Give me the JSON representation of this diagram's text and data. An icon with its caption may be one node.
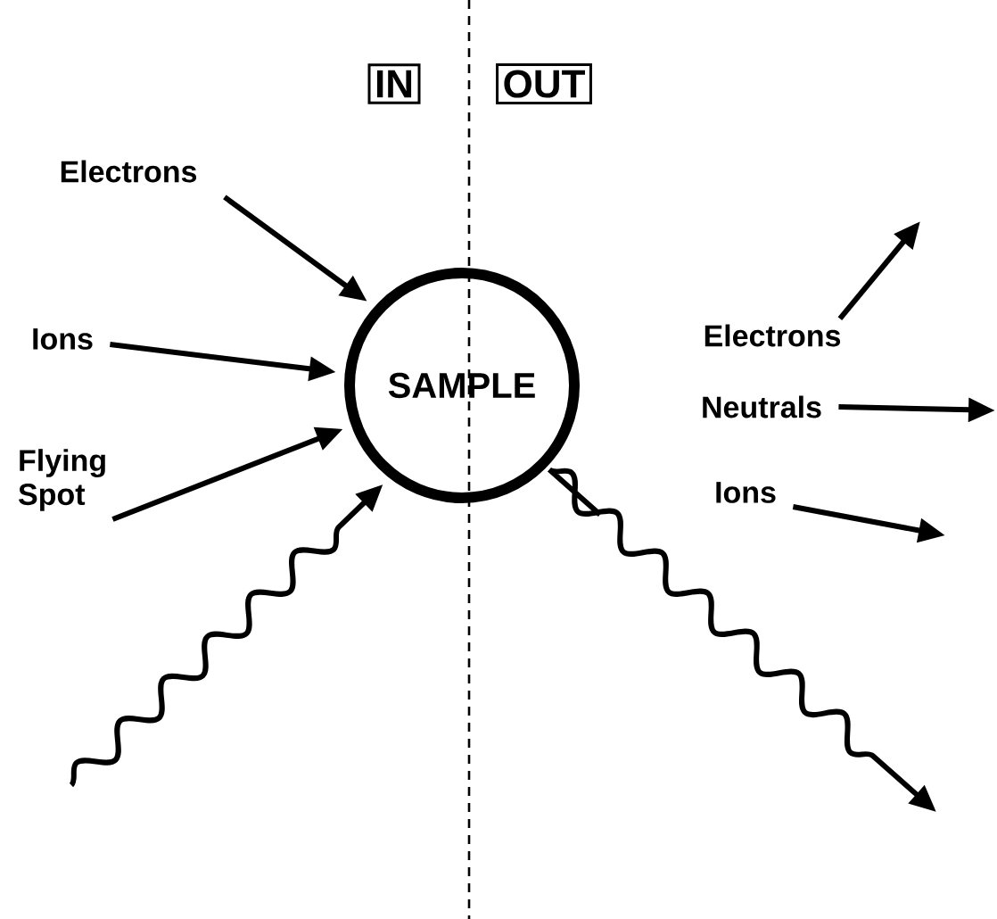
{
  "diagram": {
    "nodes": [
      {
        "text": [
          "IN"
        ]
      },
      {
        "text": [
          "OUT"
        ]
      },
      {
        "text": [
          "SAMPLE"
        ]
      },
      {
        "text": [
          "Electrons"
        ]
      },
      {
        "text": [
          "Ions"
        ]
      },
      {
        "text": [
          "Flying Spot"
        ]
      },
      {
        "text": [
          "Electrons"
        ]
      },
      {
        "text": [
          "Neutrals"
        ]
      },
      {
        "text": [
          "Ions"
        ]
      }
    ],
    "edges": [
      {
        "from": 3,
        "to": 2,
        "arrow": "to"
      },
      {
        "from": 4,
        "to": 2,
        "arrow": "to"
      },
      {
        "from": 5,
        "to": 2,
        "arrow": "to"
      },
      {
        "from": null,
        "to": 2,
        "arrow": "to"
      },
      {
        "from": 6,
        "to": null,
        "arrow": "to"
      },
      {
        "from": 7,
        "to": null,
        "arrow": "to"
      },
      {
        "from": 8,
        "to": null,
        "arrow": "to"
      },
      {
        "from": 2,
        "to": null,
        "arrow": "to"
      }
    ]
  }
}
